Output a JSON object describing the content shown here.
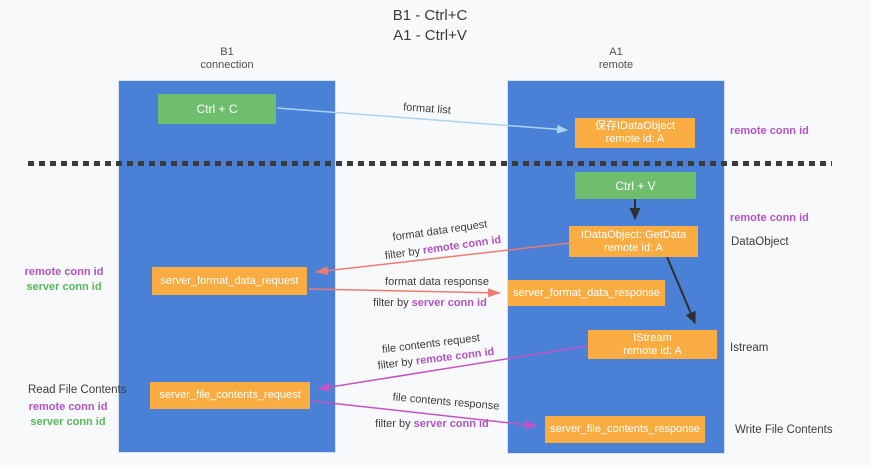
{
  "colors": {
    "background": "#f8f9fa",
    "lane_blue": "#4a80d6",
    "box_green": "#6fbe6e",
    "box_orange": "#f8ac41",
    "arrow_light_blue": "#a9d3f2",
    "arrow_red": "#ed7b72",
    "arrow_magenta": "#c653c6",
    "arrow_black": "#2f2f2f",
    "label_purple": "#b153c1",
    "label_green": "#56b85c"
  },
  "title": {
    "line1": "B1 - Ctrl+C",
    "line2": "A1 - Ctrl+V"
  },
  "lanes": {
    "left": {
      "name": "B1",
      "role": "connection"
    },
    "right": {
      "name": "A1",
      "role": "remote"
    }
  },
  "nodes": {
    "ctrl_c": {
      "label": "Ctrl + C"
    },
    "ctrl_v": {
      "label": "Ctrl + V"
    },
    "save_dataobject": {
      "line1": "保存IDataObject",
      "line2": "remote id: A"
    },
    "getdata": {
      "line1": "IDataObject::GetData",
      "line2": "remote id: A"
    },
    "istream": {
      "line1": "IStream",
      "line2": "remote id: A"
    },
    "server_format_data_request": {
      "label": "server_format_data_request"
    },
    "server_format_data_response": {
      "label": "server_format_data_response"
    },
    "server_file_contents_request": {
      "label": "server_file_contents_request"
    },
    "server_file_contents_response": {
      "label": "server_file_contents_response"
    }
  },
  "edges": {
    "format_list": {
      "label": "format list"
    },
    "format_data_request": {
      "label": "format data request",
      "filter_prefix": "filter by",
      "filter_id": "remote conn id"
    },
    "format_data_response": {
      "label": "format data response",
      "filter_prefix": "filter by",
      "filter_id": "server conn id"
    },
    "file_contents_request": {
      "label": "file contents request",
      "filter_prefix": "filter by",
      "filter_id": "remote conn id"
    },
    "file_contents_response": {
      "label": "file contents response",
      "filter_prefix": "filter by",
      "filter_id": "server conn id"
    }
  },
  "side_labels": {
    "right_remote_conn_top": "remote conn id",
    "right_remote_conn_mid": "remote conn id",
    "right_dataobject": "DataObject",
    "right_istream": "Istream",
    "right_write_file": "Write File Contents",
    "left_remote_conn_top": "remote conn id",
    "left_server_conn_top": "server conn id",
    "left_read_file": "Read File Contents",
    "left_remote_conn_bottom": "remote conn id",
    "left_server_conn_bottom": "server conn id"
  }
}
